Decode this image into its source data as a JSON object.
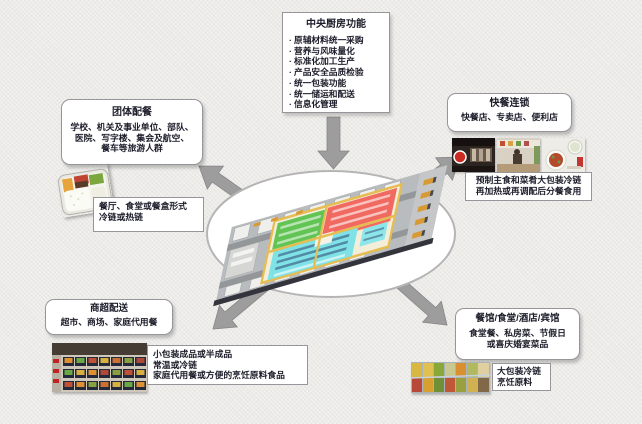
{
  "colors": {
    "background": "#ecebe8",
    "box_fill": "#ffffff",
    "box_border": "#96969a",
    "text": "#1c1c2a",
    "arrow_fill": "#9d9d9d",
    "ellipse_border": "#b5b5b5",
    "zone_green": "#62c455",
    "zone_red": "#f06a62",
    "zone_cyan": "#7fe2e6",
    "wall_yellow": "#e5bd52"
  },
  "functions_box": {
    "title": "中央厨房功能",
    "bullet": "·",
    "items": [
      "原辅材料统一采购",
      "营养与风味量化",
      "标准化加工生产",
      "产品安全品质检验",
      "统一包装功能",
      "统一储运和配送",
      "信息化管理"
    ]
  },
  "group_catering": {
    "title": "团体配餐",
    "lines": [
      "学校、机关及事业单位、部队、",
      "医院、写字楼、集会及航空、",
      "餐车等旅游人群"
    ],
    "note_lines": [
      "餐厅、食堂或餐盒形式",
      "冷链或热链"
    ],
    "photo": "boxed-bento-meal-photo"
  },
  "fast_food": {
    "title": "快餐连锁",
    "line": "快餐店、专卖店、便利店",
    "note_lines": [
      "预制主食和菜肴大包装冷链",
      "再加热或再调配后分餐食用"
    ],
    "photos": [
      "fast-food-storefront-photo",
      "food-court-counter-photo",
      "plated-dishes-photo"
    ]
  },
  "supermarket": {
    "title": "商超配送",
    "line": "超市、商场、家庭代用餐",
    "note_lines": [
      "小包装成品或半成品",
      "常温或冷链",
      "家庭代用餐或方便的烹饪原料食品"
    ],
    "photo": "supermarket-ready-meal-trays-photo"
  },
  "restaurant": {
    "title": "餐馆/食堂/酒店/宾馆",
    "lines": [
      "食堂餐、私房菜、节假日",
      "或喜庆婚宴菜品"
    ],
    "note_lines": [
      "大包装冷链",
      "烹饪原料"
    ],
    "photo": "bulk-ingredient-bins-photo"
  },
  "center": {
    "illustration": "central-kitchen-facility-isometric-illustration"
  }
}
